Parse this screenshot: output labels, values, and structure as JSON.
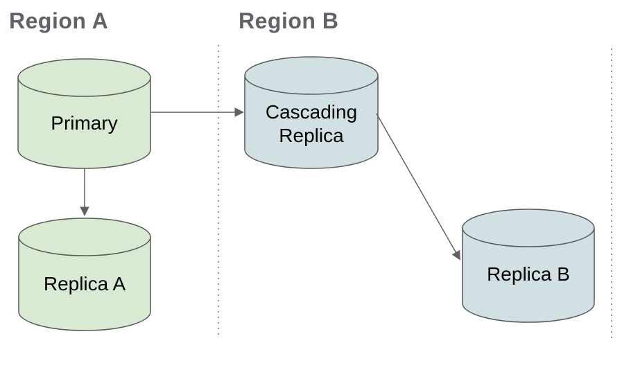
{
  "regions": [
    {
      "label": "Region A"
    },
    {
      "label": "Region B"
    }
  ],
  "nodes": [
    {
      "label": "Primary",
      "region": "Region A",
      "shape": "database-cylinder",
      "fill": "#d9ead3"
    },
    {
      "label": "Replica A",
      "region": "Region A",
      "shape": "database-cylinder",
      "fill": "#d9ead3"
    },
    {
      "label": "Cascading Replica",
      "region": "Region B",
      "shape": "database-cylinder",
      "fill": "#d0e0e3"
    },
    {
      "label": "Replica B",
      "region": "Region B",
      "shape": "database-cylinder",
      "fill": "#d0e0e3"
    }
  ],
  "edges": [
    {
      "from": "Primary",
      "to": "Cascading Replica",
      "style": "solid-arrow"
    },
    {
      "from": "Primary",
      "to": "Replica A",
      "style": "solid-arrow"
    },
    {
      "from": "Cascading Replica",
      "to": "Replica B",
      "style": "solid-arrow"
    }
  ],
  "colors": {
    "region_a_fill": "#d9ead3",
    "region_b_fill": "#d0e0e3",
    "outline": "#595959",
    "arrow": "#616161",
    "heading_text": "#5f6368",
    "label_text": "#000000",
    "divider": "#8a8a8a",
    "background": "#ffffff"
  }
}
